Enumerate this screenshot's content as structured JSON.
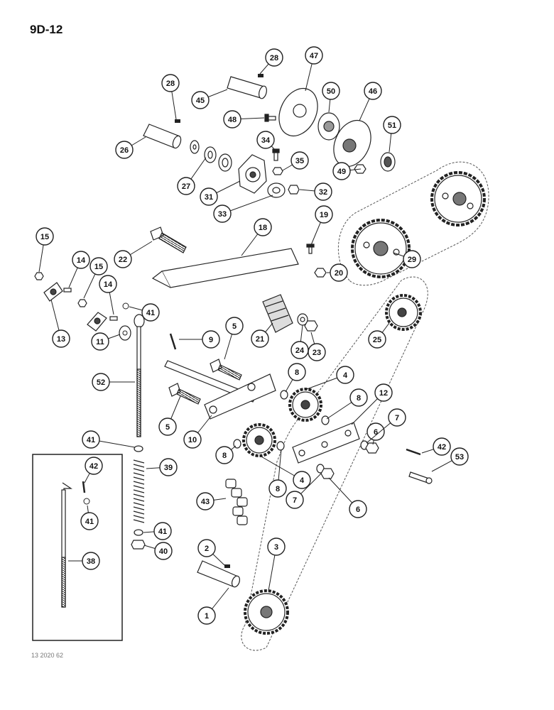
{
  "header": {
    "page_id": "9D-12"
  },
  "footer": {
    "figure_code": "13 2020 62"
  },
  "callouts": [
    {
      "num": "1"
    },
    {
      "num": "2"
    },
    {
      "num": "3"
    },
    {
      "num": "4"
    },
    {
      "num": "4"
    },
    {
      "num": "5"
    },
    {
      "num": "5"
    },
    {
      "num": "6"
    },
    {
      "num": "6"
    },
    {
      "num": "7"
    },
    {
      "num": "7"
    },
    {
      "num": "8"
    },
    {
      "num": "8"
    },
    {
      "num": "8"
    },
    {
      "num": "8"
    },
    {
      "num": "9"
    },
    {
      "num": "10"
    },
    {
      "num": "11"
    },
    {
      "num": "12"
    },
    {
      "num": "13"
    },
    {
      "num": "14"
    },
    {
      "num": "14"
    },
    {
      "num": "15"
    },
    {
      "num": "15"
    },
    {
      "num": "18"
    },
    {
      "num": "19"
    },
    {
      "num": "20"
    },
    {
      "num": "21"
    },
    {
      "num": "22"
    },
    {
      "num": "23"
    },
    {
      "num": "24"
    },
    {
      "num": "25"
    },
    {
      "num": "26"
    },
    {
      "num": "27"
    },
    {
      "num": "28"
    },
    {
      "num": "28"
    },
    {
      "num": "29"
    },
    {
      "num": "31"
    },
    {
      "num": "32"
    },
    {
      "num": "33"
    },
    {
      "num": "34"
    },
    {
      "num": "35"
    },
    {
      "num": "38"
    },
    {
      "num": "39"
    },
    {
      "num": "40"
    },
    {
      "num": "41"
    },
    {
      "num": "41"
    },
    {
      "num": "41"
    },
    {
      "num": "41"
    },
    {
      "num": "42"
    },
    {
      "num": "42"
    },
    {
      "num": "43"
    },
    {
      "num": "45"
    },
    {
      "num": "46"
    },
    {
      "num": "47"
    },
    {
      "num": "48"
    },
    {
      "num": "49"
    },
    {
      "num": "50"
    },
    {
      "num": "51"
    },
    {
      "num": "52"
    },
    {
      "num": "53"
    }
  ]
}
